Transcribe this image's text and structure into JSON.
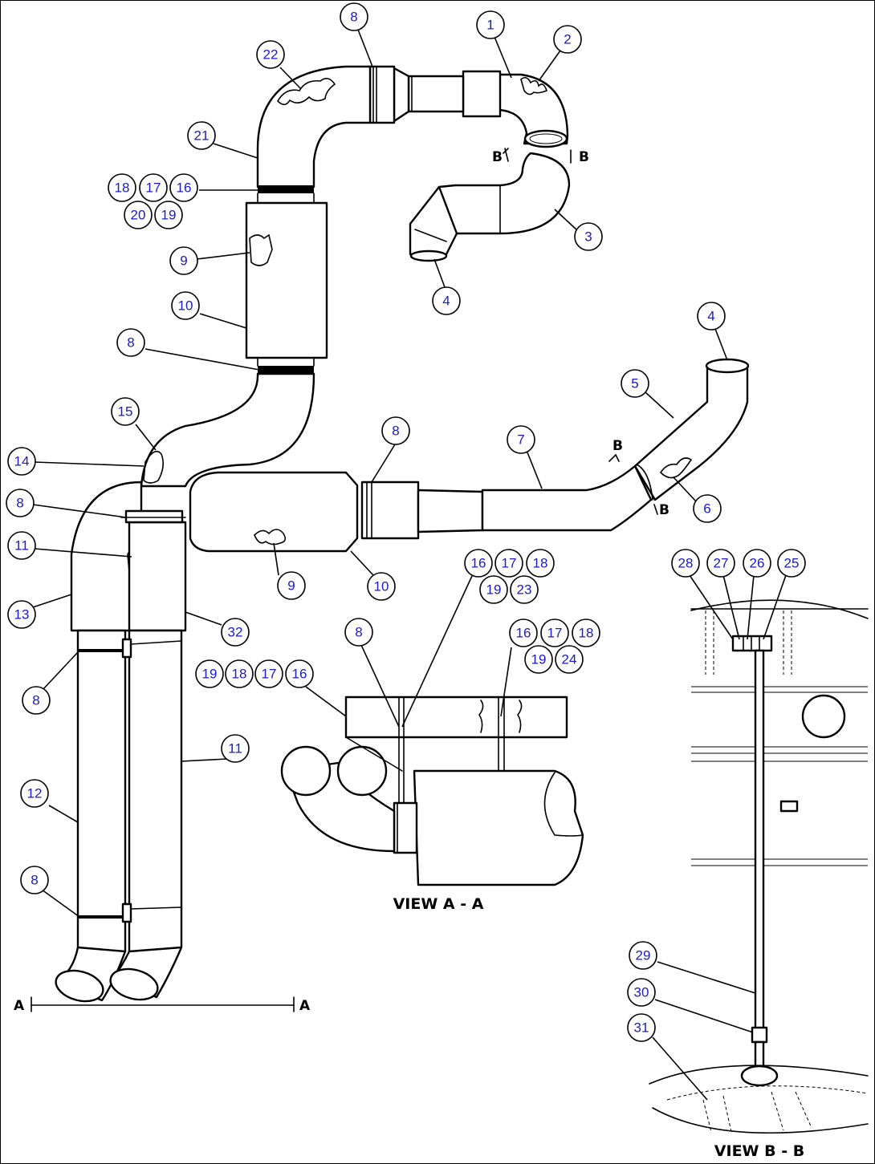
{
  "views": {
    "section_a_marker": "A",
    "section_b_marker": "B",
    "view_a_title": "VIEW A - A",
    "view_b_title": "VIEW B - B"
  },
  "callouts": [
    {
      "id": "c1",
      "label": "1"
    },
    {
      "id": "c2",
      "label": "2"
    },
    {
      "id": "c3",
      "label": "3"
    },
    {
      "id": "c4a",
      "label": "4"
    },
    {
      "id": "c4b",
      "label": "4"
    },
    {
      "id": "c5",
      "label": "5"
    },
    {
      "id": "c6",
      "label": "6"
    },
    {
      "id": "c7",
      "label": "7"
    },
    {
      "id": "c8a",
      "label": "8"
    },
    {
      "id": "c8b",
      "label": "8"
    },
    {
      "id": "c8c",
      "label": "8"
    },
    {
      "id": "c8d",
      "label": "8"
    },
    {
      "id": "c8e",
      "label": "8"
    },
    {
      "id": "c8f",
      "label": "8"
    },
    {
      "id": "c8g",
      "label": "8"
    },
    {
      "id": "c9a",
      "label": "9"
    },
    {
      "id": "c9b",
      "label": "9"
    },
    {
      "id": "c10a",
      "label": "10"
    },
    {
      "id": "c10b",
      "label": "10"
    },
    {
      "id": "c11a",
      "label": "11"
    },
    {
      "id": "c11b",
      "label": "11"
    },
    {
      "id": "c12",
      "label": "12"
    },
    {
      "id": "c13",
      "label": "13"
    },
    {
      "id": "c14",
      "label": "14"
    },
    {
      "id": "c15",
      "label": "15"
    },
    {
      "id": "c16a",
      "label": "16"
    },
    {
      "id": "c17a",
      "label": "17"
    },
    {
      "id": "c18a",
      "label": "18"
    },
    {
      "id": "c19a",
      "label": "19"
    },
    {
      "id": "c20",
      "label": "20"
    },
    {
      "id": "c21",
      "label": "21"
    },
    {
      "id": "c22",
      "label": "22"
    },
    {
      "id": "c16b",
      "label": "16"
    },
    {
      "id": "c17b",
      "label": "17"
    },
    {
      "id": "c18b",
      "label": "18"
    },
    {
      "id": "c19b",
      "label": "19"
    },
    {
      "id": "c23",
      "label": "23"
    },
    {
      "id": "c16c",
      "label": "16"
    },
    {
      "id": "c17c",
      "label": "17"
    },
    {
      "id": "c18c",
      "label": "18"
    },
    {
      "id": "c19c",
      "label": "19"
    },
    {
      "id": "c24",
      "label": "24"
    },
    {
      "id": "c19d",
      "label": "19"
    },
    {
      "id": "c18d",
      "label": "18"
    },
    {
      "id": "c17d",
      "label": "17"
    },
    {
      "id": "c16d",
      "label": "16"
    },
    {
      "id": "c28",
      "label": "28"
    },
    {
      "id": "c27",
      "label": "27"
    },
    {
      "id": "c26",
      "label": "26"
    },
    {
      "id": "c25",
      "label": "25"
    },
    {
      "id": "c29",
      "label": "29"
    },
    {
      "id": "c30",
      "label": "30"
    },
    {
      "id": "c31",
      "label": "31"
    },
    {
      "id": "c32",
      "label": "32"
    }
  ]
}
